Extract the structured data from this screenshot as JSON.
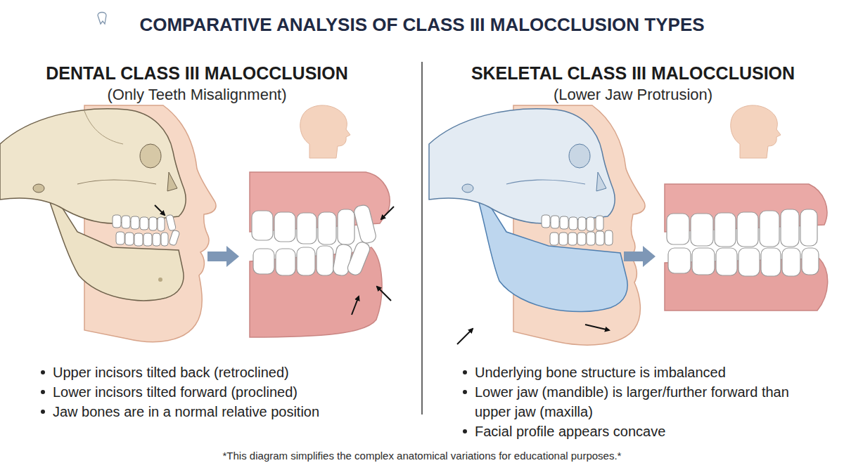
{
  "diagram": {
    "title": "COMPARATIVE ANALYSIS OF CLASS III MALOCCLUSION TYPES",
    "caption": "*This diagram simplifies the complex anatomical variations for educational purposes.*",
    "labels": [
      "DENTAL CLASS III MALOCCLUSION",
      "(Only Teeth Misalignment)",
      "Upper incisors tilted back (retroclined)",
      "Lower incisors tilted forward (proclined)",
      "Jaw bones are in a normal relative position",
      "SKELETAL CLASS III MALOCCLUSION",
      "(Lower Jaw Protrusion)",
      "Underlying bone structure is imbalanced",
      "Lower jaw (mandible) is larger/further forward than upper jaw (maxilla)",
      "Facial profile appears concave"
    ]
  }
}
